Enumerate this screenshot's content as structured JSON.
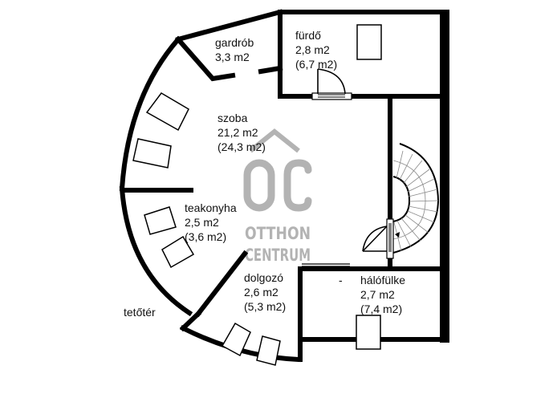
{
  "plan": {
    "floor_label": "tetőtér",
    "rooms": [
      {
        "id": "gardrob",
        "name": "gardrób",
        "area": "3,3 m2",
        "total": ""
      },
      {
        "id": "szoba",
        "name": "szoba",
        "area": "21,2 m2",
        "total": "(24,3 m2)"
      },
      {
        "id": "furdo",
        "name": "fürdő",
        "area": "2,8 m2",
        "total": "(6,7 m2)"
      },
      {
        "id": "teakonyha",
        "name": "teakonyha",
        "area": "2,5 m2",
        "total": "(3,6 m2)"
      },
      {
        "id": "dolgozo",
        "name": "dolgozó",
        "area": "2,6 m2",
        "total": "(5,3 m2)"
      },
      {
        "id": "halofulke",
        "name": "hálófülke",
        "area": "2,7 m2",
        "total": "(7,4 m2)"
      }
    ],
    "dash_mark": "-"
  },
  "watermark": {
    "initials": "OC",
    "line1": "OTTHON",
    "line2": "CENTRUM",
    "color": "#b3b3b3"
  },
  "colors": {
    "wall": "#000000",
    "background": "#ffffff",
    "watermark": "#b3b3b3"
  }
}
